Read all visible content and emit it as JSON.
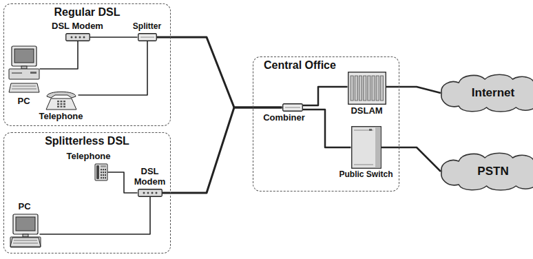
{
  "diagram": {
    "nodes": [
      {
        "text": [
          "Regular DSL"
        ]
      },
      {
        "text": [
          "DSL Modem"
        ],
        "in": 0
      },
      {
        "text": [
          "Splitter"
        ],
        "in": 0
      },
      {
        "text": [
          "PC"
        ],
        "in": 0
      },
      {
        "text": [
          "Telephone"
        ],
        "in": 0
      },
      {
        "text": [
          "Splitterless DSL"
        ]
      },
      {
        "text": [
          "Telephone"
        ],
        "in": 5
      },
      {
        "text": [
          "DSL Modem"
        ],
        "in": 5
      },
      {
        "text": [
          "PC"
        ],
        "in": 5
      },
      {
        "text": [
          "Central Office"
        ]
      },
      {
        "text": [
          "Combiner"
        ],
        "in": 9
      },
      {
        "text": [
          "DSLAM"
        ],
        "in": 9
      },
      {
        "text": [
          "Public Switch"
        ],
        "in": 9
      },
      {
        "text": [
          "Internet"
        ]
      },
      {
        "text": [
          "PSTN"
        ]
      }
    ],
    "edges": [
      {
        "from": 3,
        "to": 1,
        "arrow": "none"
      },
      {
        "from": 1,
        "to": 2,
        "arrow": "none"
      },
      {
        "from": 4,
        "to": 2,
        "arrow": "none"
      },
      {
        "from": 2,
        "to": 10,
        "arrow": "none"
      },
      {
        "from": 6,
        "to": 7,
        "arrow": "none"
      },
      {
        "from": 8,
        "to": 7,
        "arrow": "none"
      },
      {
        "from": 7,
        "to": 10,
        "arrow": "none"
      },
      {
        "from": 10,
        "to": 11,
        "arrow": "none"
      },
      {
        "from": 10,
        "to": 12,
        "arrow": "none"
      },
      {
        "from": 11,
        "to": 13,
        "arrow": "none"
      },
      {
        "from": 12,
        "to": 14,
        "arrow": "none"
      }
    ]
  }
}
